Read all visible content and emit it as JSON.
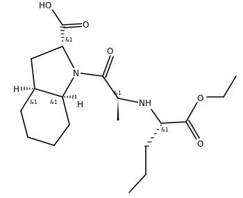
{
  "molecule": {
    "atoms": {
      "oh": "HO",
      "carbonyl_o": "O",
      "ester_o_single": "O",
      "ester_o_double": "O",
      "n_ring": "N",
      "nh": "NH",
      "h_left": "H",
      "h_right": "H"
    },
    "stereo_labels": {
      "c2": "&1",
      "c3a": "&1",
      "c7a": "&1",
      "ala_alpha": "&1",
      "norval_alpha": "&1"
    }
  },
  "colors": {
    "line": "#000000",
    "background": "#ffffff"
  }
}
